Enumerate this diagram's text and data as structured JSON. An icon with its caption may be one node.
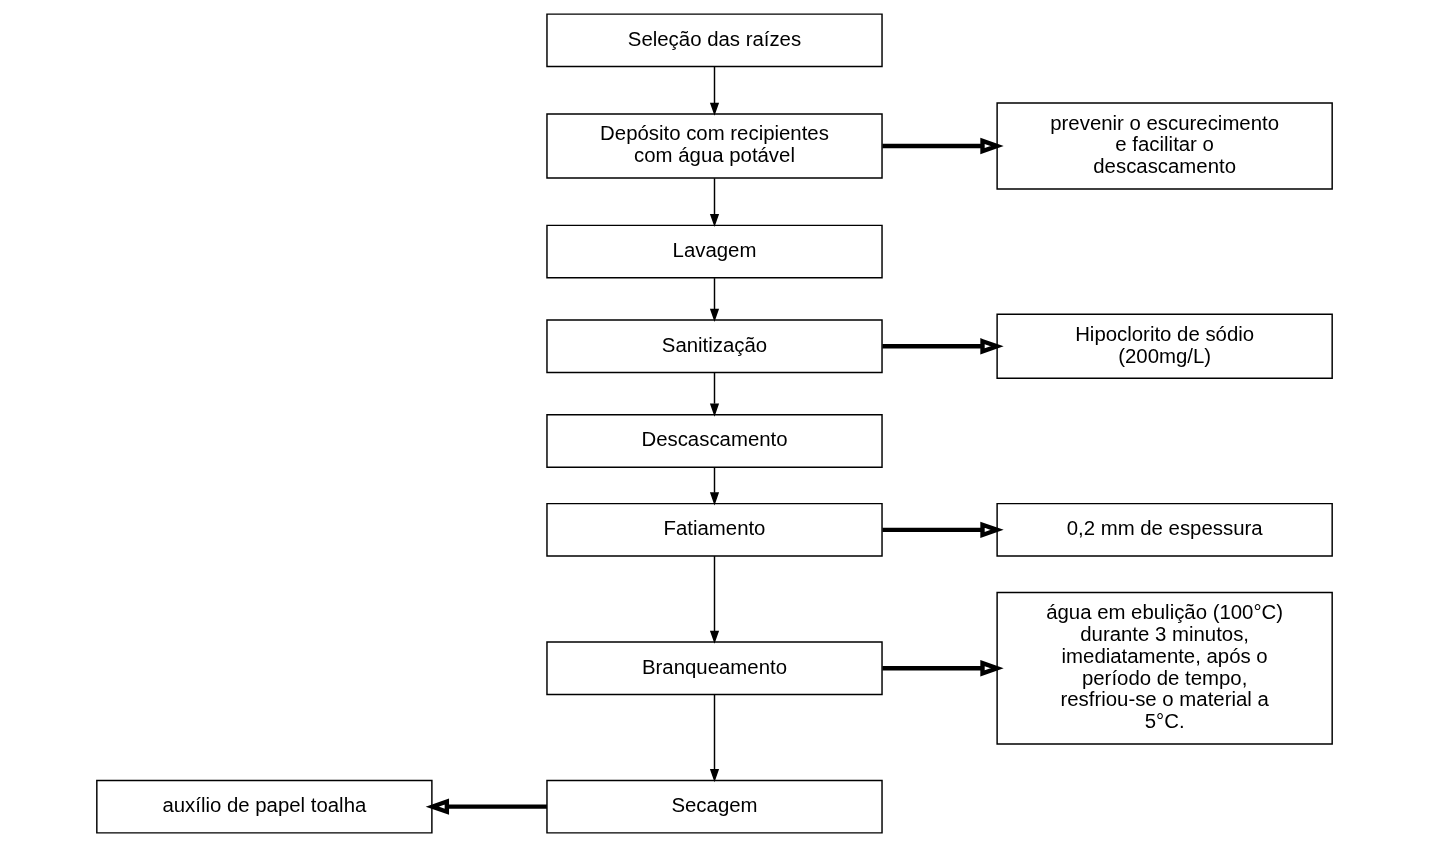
{
  "diagram": {
    "nodes": [
      {
        "text": [
          "Seleção das raízes"
        ]
      },
      {
        "text": [
          "Depósito com recipientes com água potável"
        ]
      },
      {
        "text": [
          "prevenir o escurecimento e facilitar o descascamento"
        ]
      },
      {
        "text": [
          "Lavagem"
        ]
      },
      {
        "text": [
          "Sanitização"
        ]
      },
      {
        "text": [
          "Hipoclorito de sódio (200mg/L)"
        ]
      },
      {
        "text": [
          "Descascamento"
        ]
      },
      {
        "text": [
          "Fatiamento"
        ]
      },
      {
        "text": [
          "0,2 mm de espessura"
        ]
      },
      {
        "text": [
          "Branqueamento"
        ]
      },
      {
        "text": [
          "água em ebulição (100°C) durante 3 minutos, imediatamente, após o período de tempo, resfriou-se o material a 5°C."
        ]
      },
      {
        "text": [
          "auxílio de papel toalha"
        ]
      },
      {
        "text": [
          "Secagem"
        ]
      }
    ],
    "edges": [
      {
        "from": 0,
        "to": 1,
        "arrow": "to"
      },
      {
        "from": 1,
        "to": 2,
        "arrow": "to",
        "style": "thick"
      },
      {
        "from": 1,
        "to": 3,
        "arrow": "to"
      },
      {
        "from": 3,
        "to": 4,
        "arrow": "to"
      },
      {
        "from": 4,
        "to": 5,
        "arrow": "to",
        "style": "thick"
      },
      {
        "from": 4,
        "to": 6,
        "arrow": "to"
      },
      {
        "from": 6,
        "to": 7,
        "arrow": "to"
      },
      {
        "from": 7,
        "to": 8,
        "arrow": "to",
        "style": "thick"
      },
      {
        "from": 7,
        "to": 9,
        "arrow": "to"
      },
      {
        "from": 9,
        "to": 10,
        "arrow": "to",
        "style": "thick"
      },
      {
        "from": 9,
        "to": 12,
        "arrow": "to"
      },
      {
        "from": 12,
        "to": 11,
        "arrow": "to",
        "style": "thick"
      }
    ]
  }
}
